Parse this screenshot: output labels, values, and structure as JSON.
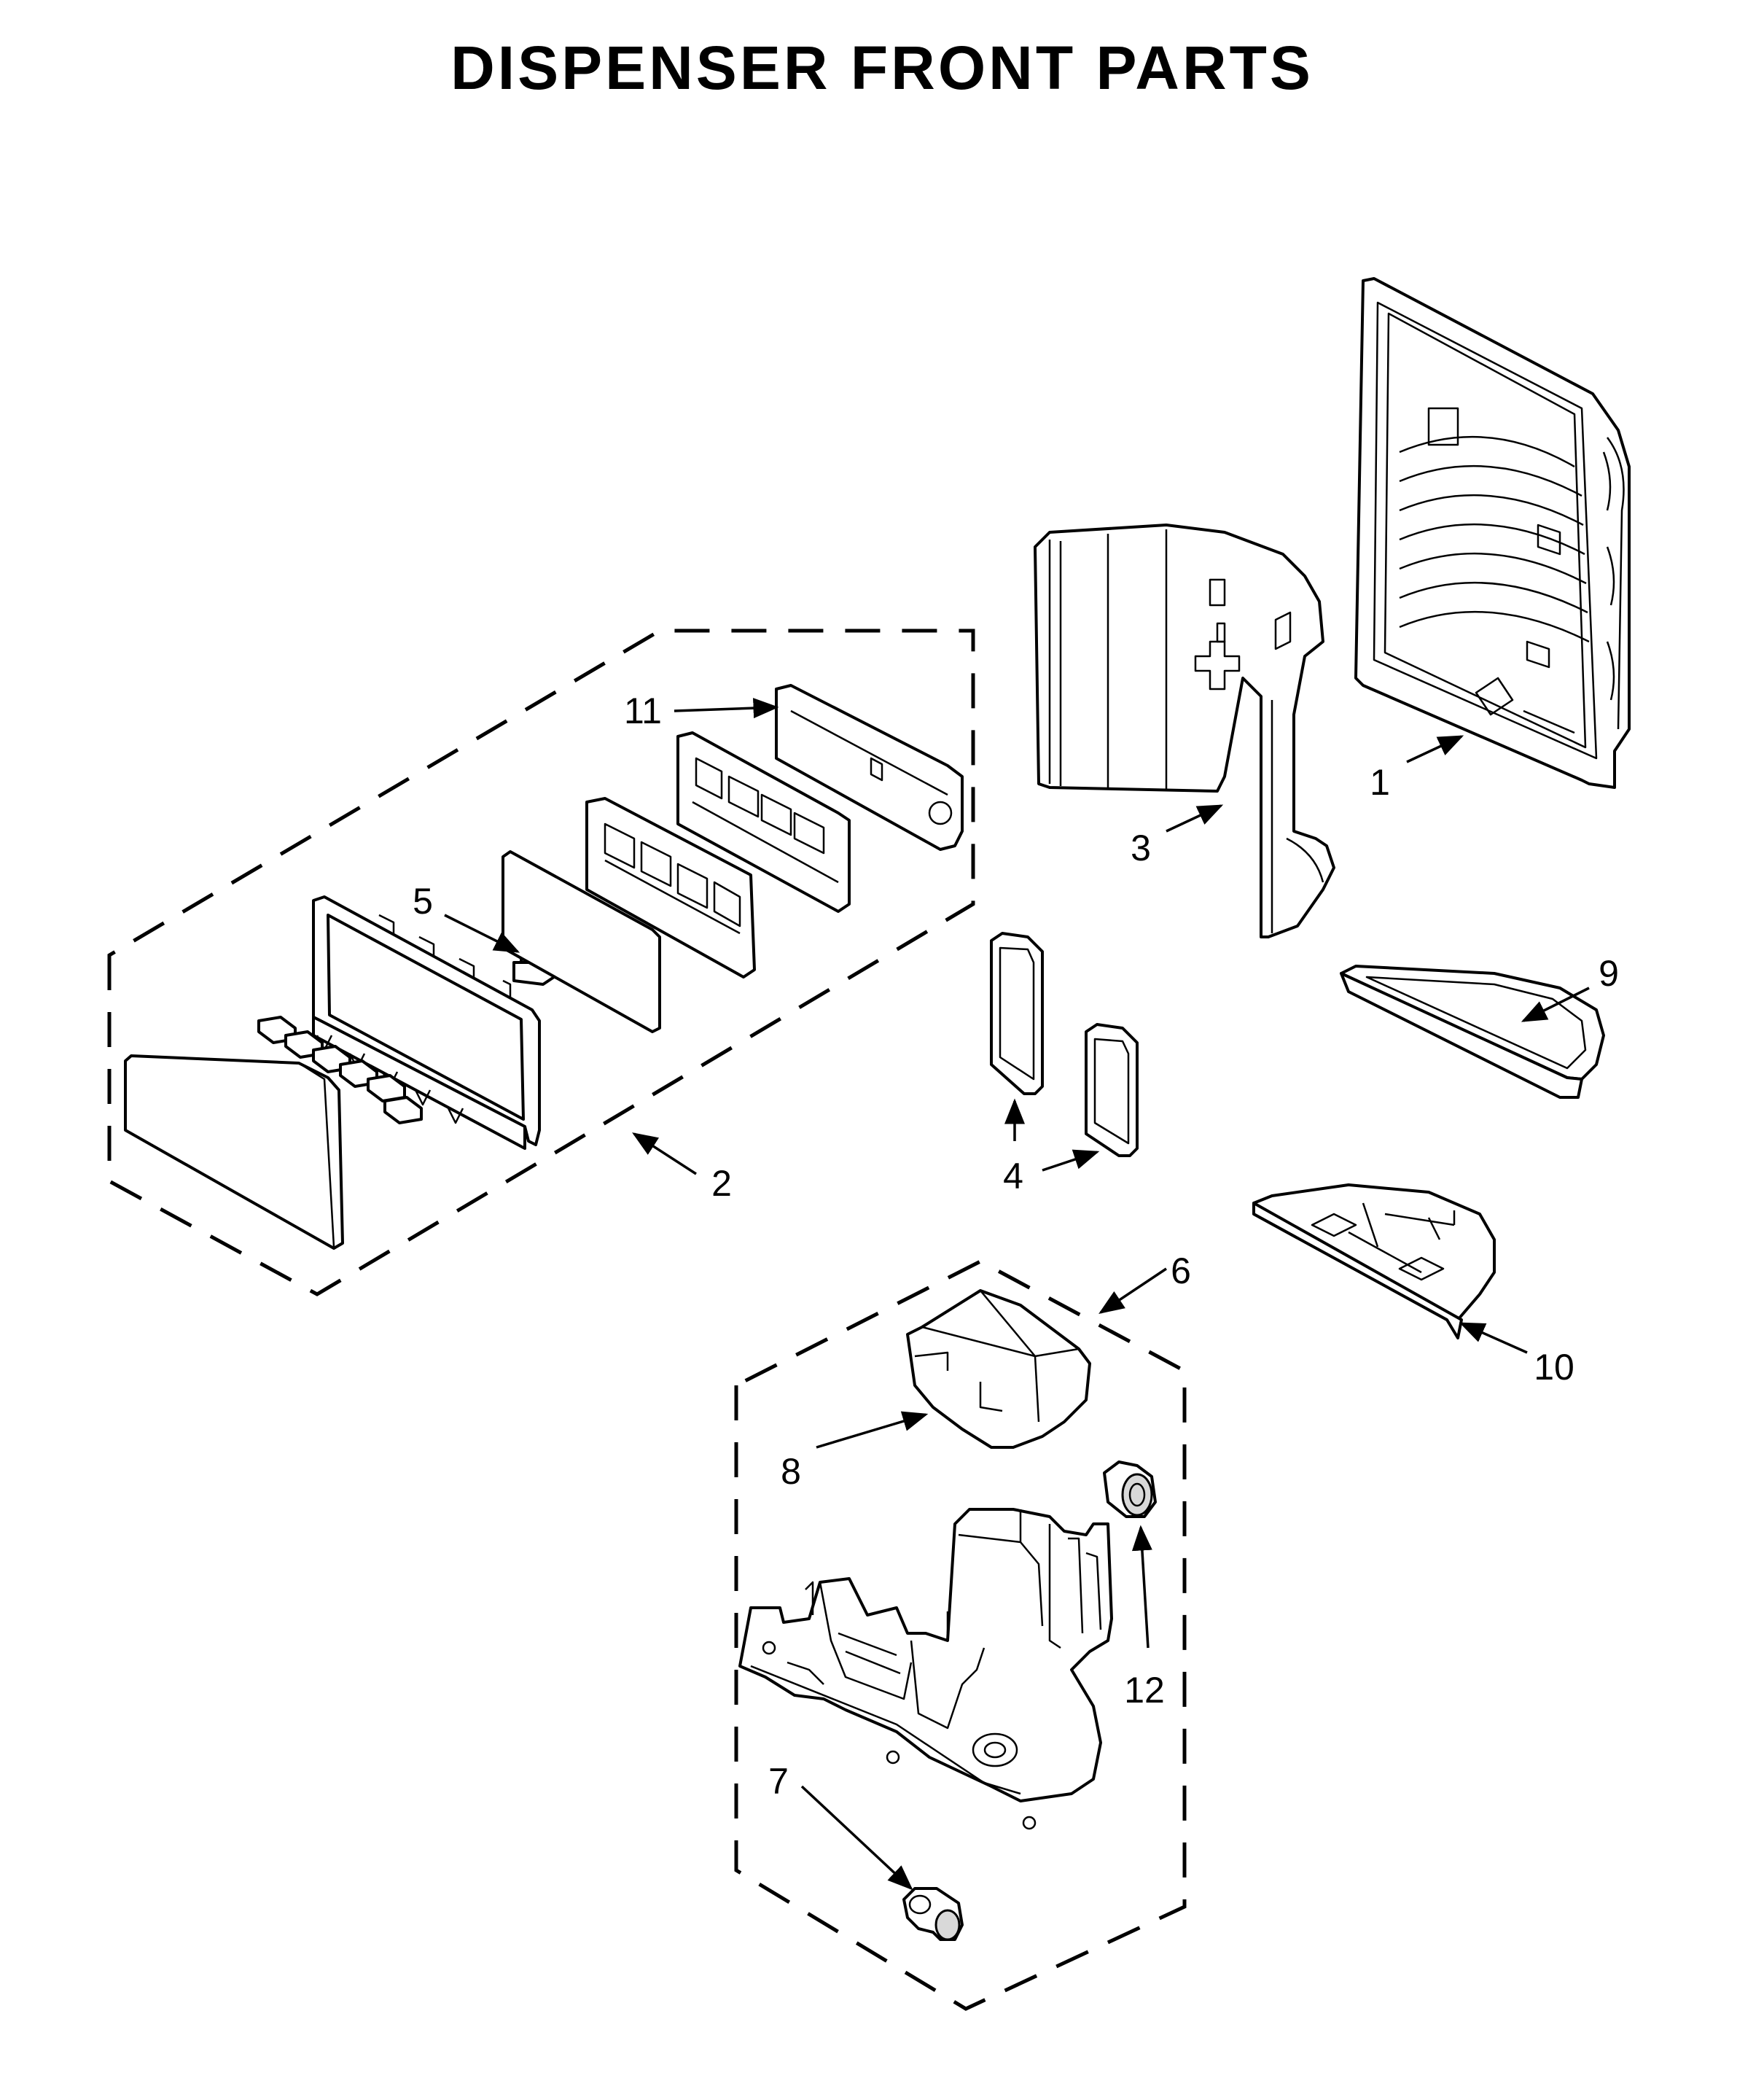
{
  "title": "DISPENSER FRONT PARTS",
  "callouts": [
    "1",
    "2",
    "3",
    "4",
    "5",
    "6",
    "7",
    "8",
    "9",
    "10",
    "11",
    "12"
  ]
}
